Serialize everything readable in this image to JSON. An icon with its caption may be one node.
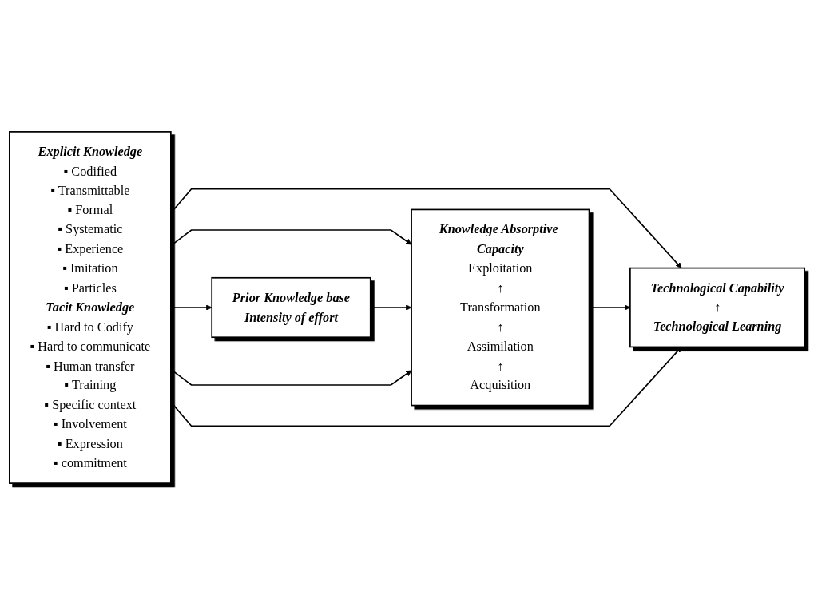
{
  "diagram": {
    "nodes": [
      {
        "text": [
          "Explicit Knowledge",
          "▪ Codified",
          "▪ Transmittable",
          "▪ Formal",
          "▪ Systematic",
          "▪ Experience",
          "▪ Imitation",
          "▪ Particles",
          "Tacit Knowledge",
          "▪ Hard to Codify",
          "▪ Hard to communicate",
          "▪ Human transfer",
          "▪ Training",
          "▪ Specific context",
          "▪ Involvement",
          "▪ Expression",
          "▪ commitment"
        ]
      },
      {
        "text": [
          "Prior Knowledge base",
          "Intensity of effort"
        ]
      },
      {
        "text": [
          "Knowledge Absorptive Capacity",
          "Exploitation",
          "↑",
          "Transformation",
          "↑",
          "Assimilation",
          "↑",
          "Acquisition"
        ]
      },
      {
        "text": [
          "Technological Capability",
          "↑",
          "Technological Learning"
        ]
      }
    ],
    "edges": [
      {
        "from": 0,
        "to": 3,
        "arrow": "to"
      },
      {
        "from": 0,
        "to": 2,
        "arrow": "to"
      },
      {
        "from": 0,
        "to": 1,
        "arrow": "to"
      },
      {
        "from": 1,
        "to": 2,
        "arrow": "to"
      },
      {
        "from": 2,
        "to": 3,
        "arrow": "to"
      },
      {
        "from": 0,
        "to": 2,
        "arrow": "to"
      },
      {
        "from": 0,
        "to": 3,
        "arrow": "to"
      }
    ]
  }
}
